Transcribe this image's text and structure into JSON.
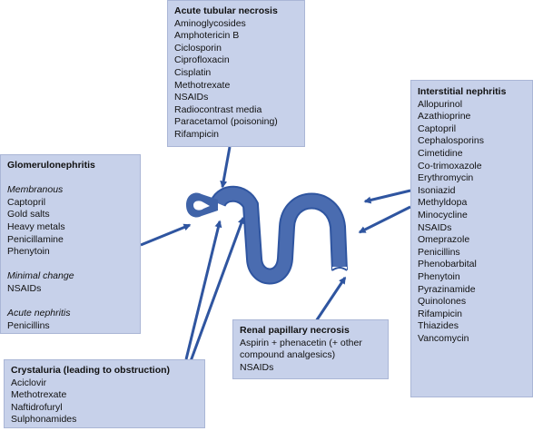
{
  "acute_tubular_necrosis": {
    "title": "Acute tubular necrosis",
    "drugs": [
      "Aminoglycosides",
      "Amphotericin B",
      "Ciclosporin",
      "Ciprofloxacin",
      "Cisplatin",
      "Methotrexate",
      "NSAIDs",
      "Radiocontrast media",
      "Paracetamol (poisoning)",
      "Rifampicin"
    ]
  },
  "interstitial_nephritis": {
    "title": "Interstitial nephritis",
    "drugs": [
      "Allopurinol",
      "Azathioprine",
      "Captopril",
      "Cephalosporins",
      "Cimetidine",
      "Co-trimoxazole",
      "Erythromycin",
      "Isoniazid",
      "Methyldopa",
      "Minocycline",
      "NSAIDs",
      "Omeprazole",
      "Penicillins",
      "Phenobarbital",
      "Phenytoin",
      "Pyrazinamide",
      "Quinolones",
      "Rifampicin",
      "Thiazides",
      "Vancomycin"
    ]
  },
  "glomerulonephritis": {
    "title": "Glomerulonephritis",
    "groups": [
      {
        "name": "Membranous",
        "drugs": [
          "Captopril",
          "Gold salts",
          "Heavy metals",
          "Penicillamine",
          "Phenytoin"
        ]
      },
      {
        "name": "Minimal change",
        "drugs": [
          "NSAIDs"
        ]
      },
      {
        "name": "Acute nephritis",
        "drugs": [
          "Penicillins"
        ]
      }
    ]
  },
  "crystaluria": {
    "title": "Crystaluria (leading to obstruction)",
    "drugs": [
      "Aciclovir",
      "Methotrexate",
      "Naftidrofuryl",
      "Sulphonamides"
    ]
  },
  "renal_papillary_necrosis": {
    "title": "Renal papillary necrosis",
    "lines": [
      "Aspirin + phenacetin (+ other",
      "compound analgesics)",
      "NSAIDs"
    ]
  },
  "colors": {
    "box_fill": "#c7d1ea",
    "nephron": "#3f63a8",
    "arrow": "#2f55a0"
  }
}
